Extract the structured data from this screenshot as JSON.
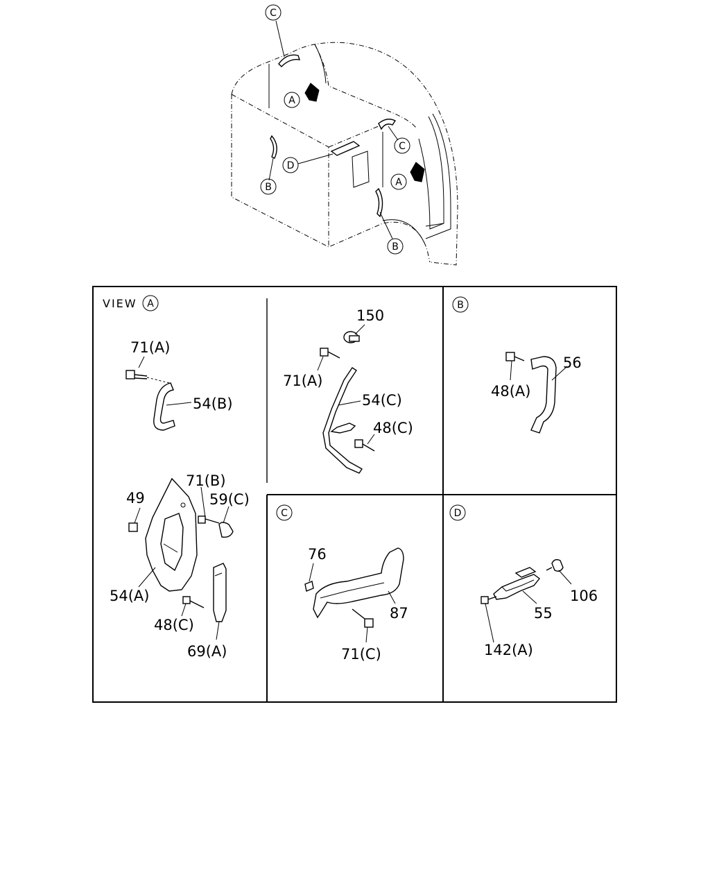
{
  "overview": {
    "callouts": {
      "c_top": "C",
      "a_top": "A",
      "d_mid": "D",
      "c_right": "C",
      "b_left": "B",
      "a_right": "A",
      "b_right": "B"
    }
  },
  "panels": {
    "view_a": {
      "title_prefix": "VIEW",
      "title_letter": "A",
      "labels": {
        "p71a_left": "71(A)",
        "p54b": "54(B)",
        "p150": "150",
        "p71a_mid": "71(A)",
        "p54c": "54(C)",
        "p48c_mid": "48(C)",
        "p71b": "71(B)",
        "p49": "49",
        "p59c": "59(C)",
        "p54a": "54(A)",
        "p48c_low": "48(C)",
        "p69a": "69(A)"
      }
    },
    "view_b": {
      "letter": "B",
      "labels": {
        "p48a": "48(A)",
        "p56": "56"
      }
    },
    "view_c": {
      "letter": "C",
      "labels": {
        "p76": "76",
        "p87": "87",
        "p71c": "71(C)"
      }
    },
    "view_d": {
      "letter": "D",
      "labels": {
        "p106": "106",
        "p55": "55",
        "p142a": "142(A)"
      }
    }
  }
}
